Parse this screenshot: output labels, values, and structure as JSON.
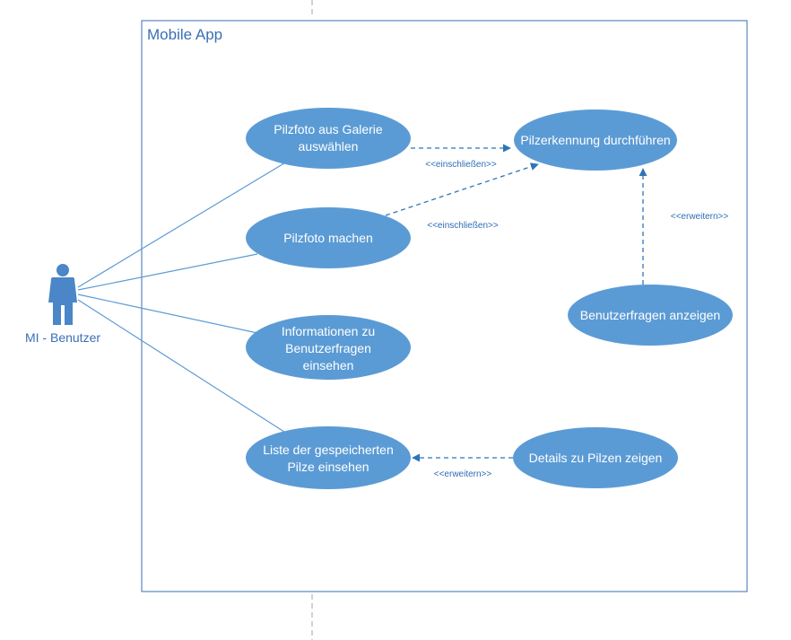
{
  "system": {
    "title": "Mobile App"
  },
  "actor": {
    "label": "MI - Benutzer",
    "icon": "person-icon"
  },
  "use_cases": {
    "gallery": {
      "lines": [
        "Pilzfoto aus Galerie",
        "auswählen"
      ]
    },
    "photo": {
      "lines": [
        "Pilzfoto machen"
      ]
    },
    "info": {
      "lines": [
        "Informationen zu",
        "Benutzerfragen",
        "einsehen"
      ]
    },
    "list": {
      "lines": [
        "Liste der gespeicherten",
        "Pilze einsehen"
      ]
    },
    "recognition": {
      "lines": [
        "Pilzerkennung durchführen"
      ]
    },
    "questions": {
      "lines": [
        "Benutzerfragen anzeigen"
      ]
    },
    "details": {
      "lines": [
        "Details zu Pilzen zeigen"
      ]
    }
  },
  "relations": {
    "include_1": "<<einschließen>>",
    "include_2": "<<einschließen>>",
    "extend_1": "<<erweitern>>",
    "extend_2": "<<erweitern>>"
  },
  "colors": {
    "use_case_fill": "#5b9bd5",
    "border": "#3a6fb5",
    "dependency": "#2e75b6",
    "separator": "#a6a6a6"
  }
}
